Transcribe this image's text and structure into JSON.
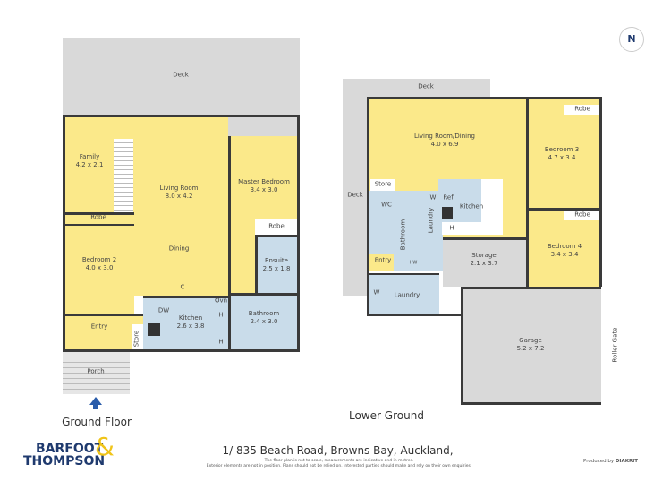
{
  "compass": {
    "label": "N"
  },
  "ground_floor": {
    "title": "Ground Floor",
    "rooms": {
      "deck": "Deck",
      "family": "Family",
      "family_size": "4.2 x 2.1",
      "living": "Living Room",
      "living_size": "8.0 x 4.2",
      "dining": "Dining",
      "master": "Master Bedroom",
      "master_size": "3.4 x 3.0",
      "robe_master": "Robe",
      "ensuite": "Ensuite",
      "ensuite_size": "2.5 x 1.8",
      "robe2": "Robe",
      "bedroom2": "Bedroom 2",
      "bedroom2_size": "4.0 x 3.0",
      "entry": "Entry",
      "porch": "Porch",
      "store": "Store",
      "kitchen": "Kitchen",
      "kitchen_size": "2.6 x 3.8",
      "bathroom": "Bathroom",
      "bathroom_size": "2.4 x 3.0",
      "c": "C",
      "dw": "DW",
      "ovn": "Ovn",
      "h1": "H",
      "h2": "H"
    }
  },
  "lower_ground": {
    "title": "Lower Ground",
    "rooms": {
      "deck_top": "Deck",
      "deck_side": "Deck",
      "living": "Living Room/Dining",
      "living_size": "4.0 x 6.9",
      "bedroom3": "Bedroom 3",
      "bedroom3_size": "4.7 x 3.4",
      "robe3": "Robe",
      "bedroom4": "Bedroom 4",
      "bedroom4_size": "3.4 x 3.4",
      "robe4": "Robe",
      "store": "Store",
      "wc": "WC",
      "bathroom": "Bathroom",
      "laundry_small": "Laundry",
      "w1": "W",
      "ref": "Ref",
      "kitchen": "Kitchen",
      "h": "H",
      "entry": "Entry",
      "hw": "HW",
      "storage": "Storage",
      "storage_size": "2.1 x 3.7",
      "laundry": "Laundry",
      "w2": "W",
      "garage": "Garage",
      "garage_size": "5.2 x 7.2",
      "roller_gate": "Roller Gate"
    }
  },
  "footer": {
    "brand_line1": "BARFOOT",
    "brand_line2": "THOMPSON",
    "brand_amp": "&",
    "address": "1/ 835 Beach Road, Browns Bay, Auckland,",
    "disclaimer1": "The floor plan is not to scale, measurements are indicative and in metres.",
    "disclaimer2": "Exterior elements are not in position. Plans should not be relied on. Interested parties should make and rely on their own enquiries.",
    "produced_by": "Produced by",
    "producer": "DIAKRIT"
  },
  "colors": {
    "living": "#fbe98a",
    "wet": "#c9dcea",
    "exterior": "#d9d9d9",
    "wall": "#3a3a3a",
    "brand_navy": "#1f3a6e",
    "brand_gold": "#f0c419",
    "arrow": "#2a5caa"
  }
}
